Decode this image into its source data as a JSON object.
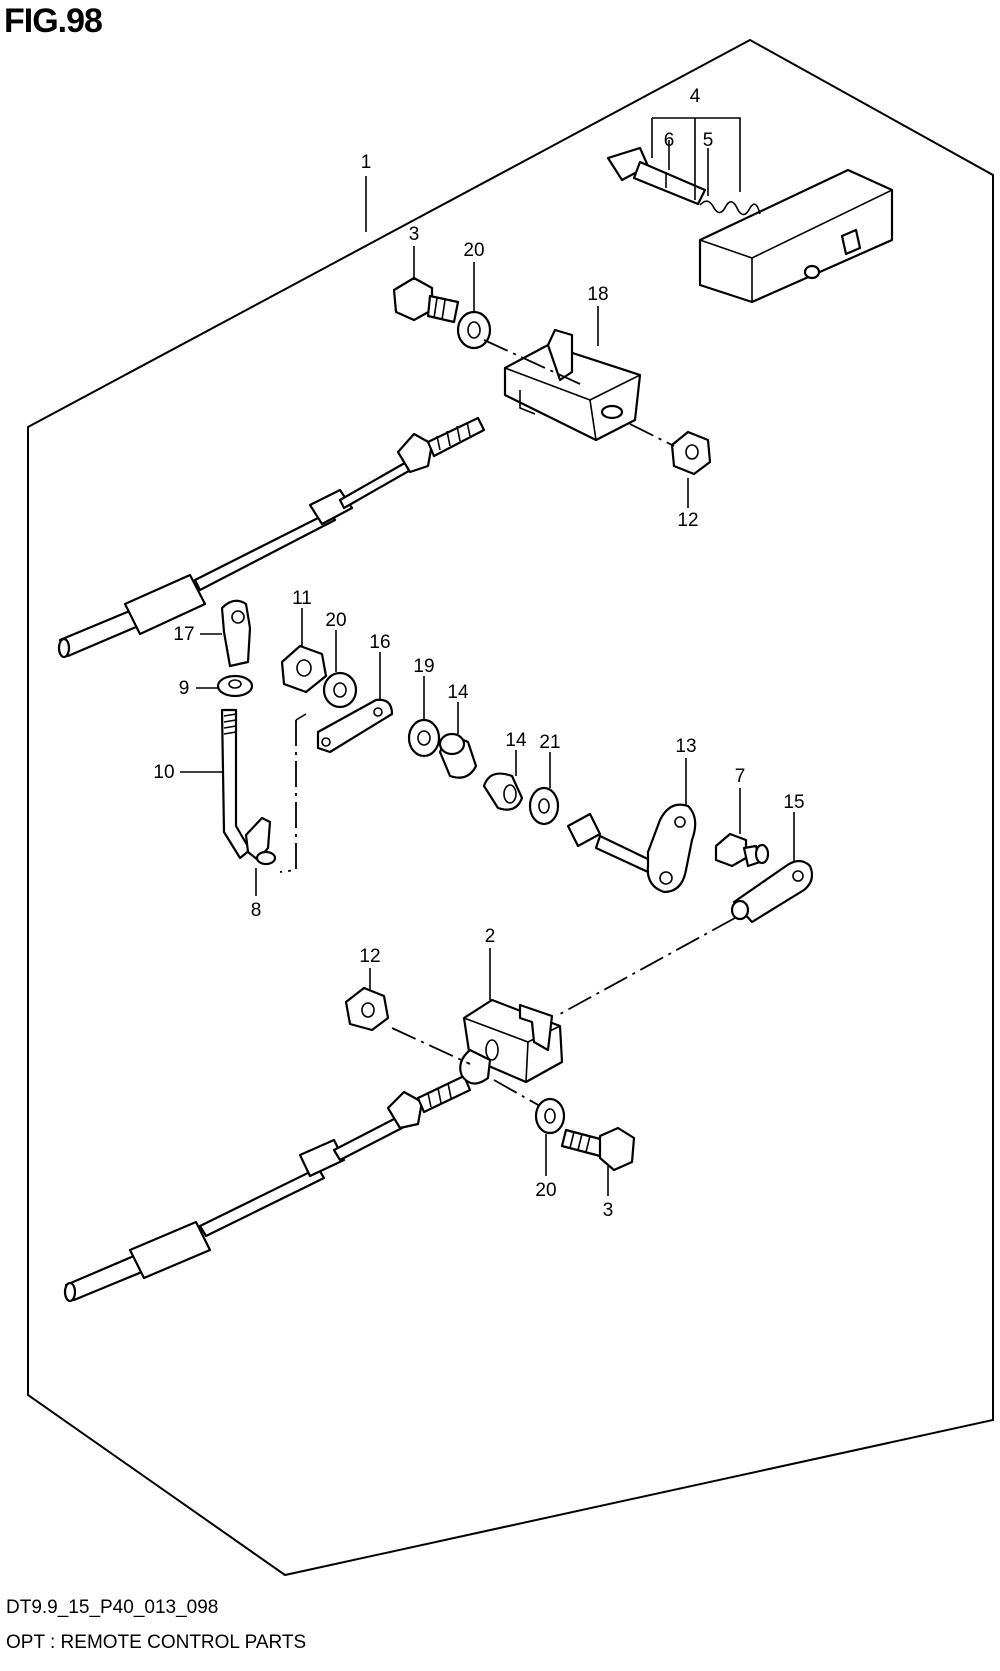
{
  "figure": {
    "title": "FIG.98"
  },
  "footer": {
    "code": "DT9.9_15_P40_013_098",
    "caption": "OPT : REMOTE CONTROL PARTS"
  },
  "callouts": [
    {
      "id": "c1",
      "text": "1"
    },
    {
      "id": "c2",
      "text": "2"
    },
    {
      "id": "c3a",
      "text": "3"
    },
    {
      "id": "c3b",
      "text": "3"
    },
    {
      "id": "c4",
      "text": "4"
    },
    {
      "id": "c5",
      "text": "5"
    },
    {
      "id": "c6",
      "text": "6"
    },
    {
      "id": "c7",
      "text": "7"
    },
    {
      "id": "c8",
      "text": "8"
    },
    {
      "id": "c9",
      "text": "9"
    },
    {
      "id": "c10",
      "text": "10"
    },
    {
      "id": "c11",
      "text": "11"
    },
    {
      "id": "c12a",
      "text": "12"
    },
    {
      "id": "c12b",
      "text": "12"
    },
    {
      "id": "c13",
      "text": "13"
    },
    {
      "id": "c14a",
      "text": "14"
    },
    {
      "id": "c14b",
      "text": "14"
    },
    {
      "id": "c15",
      "text": "15"
    },
    {
      "id": "c16",
      "text": "16"
    },
    {
      "id": "c17",
      "text": "17"
    },
    {
      "id": "c18",
      "text": "18"
    },
    {
      "id": "c19",
      "text": "19"
    },
    {
      "id": "c20a",
      "text": "20"
    },
    {
      "id": "c20b",
      "text": "20"
    },
    {
      "id": "c20c",
      "text": "20"
    },
    {
      "id": "c21",
      "text": "21"
    }
  ]
}
